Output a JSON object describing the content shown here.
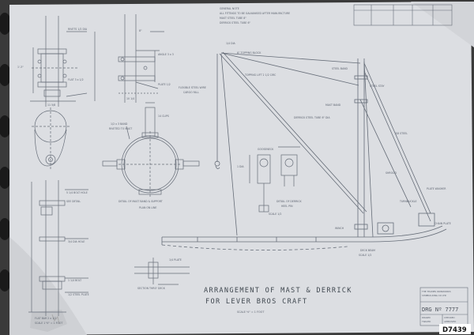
{
  "title": {
    "line1": "ARRANGEMENT OF MAST & DERRICK",
    "line2": "FOR LEVER BROS CRAFT"
  },
  "drawing_number": "DRG Nº 7777",
  "sheet_ref": "D7439",
  "colors": {
    "paper": "#dcdee2",
    "ink": "#666d78",
    "dark_ink": "#4a505a",
    "edge": "#2a2a2a",
    "label_bg": "#ffffff",
    "label_ink": "#111111"
  }
}
